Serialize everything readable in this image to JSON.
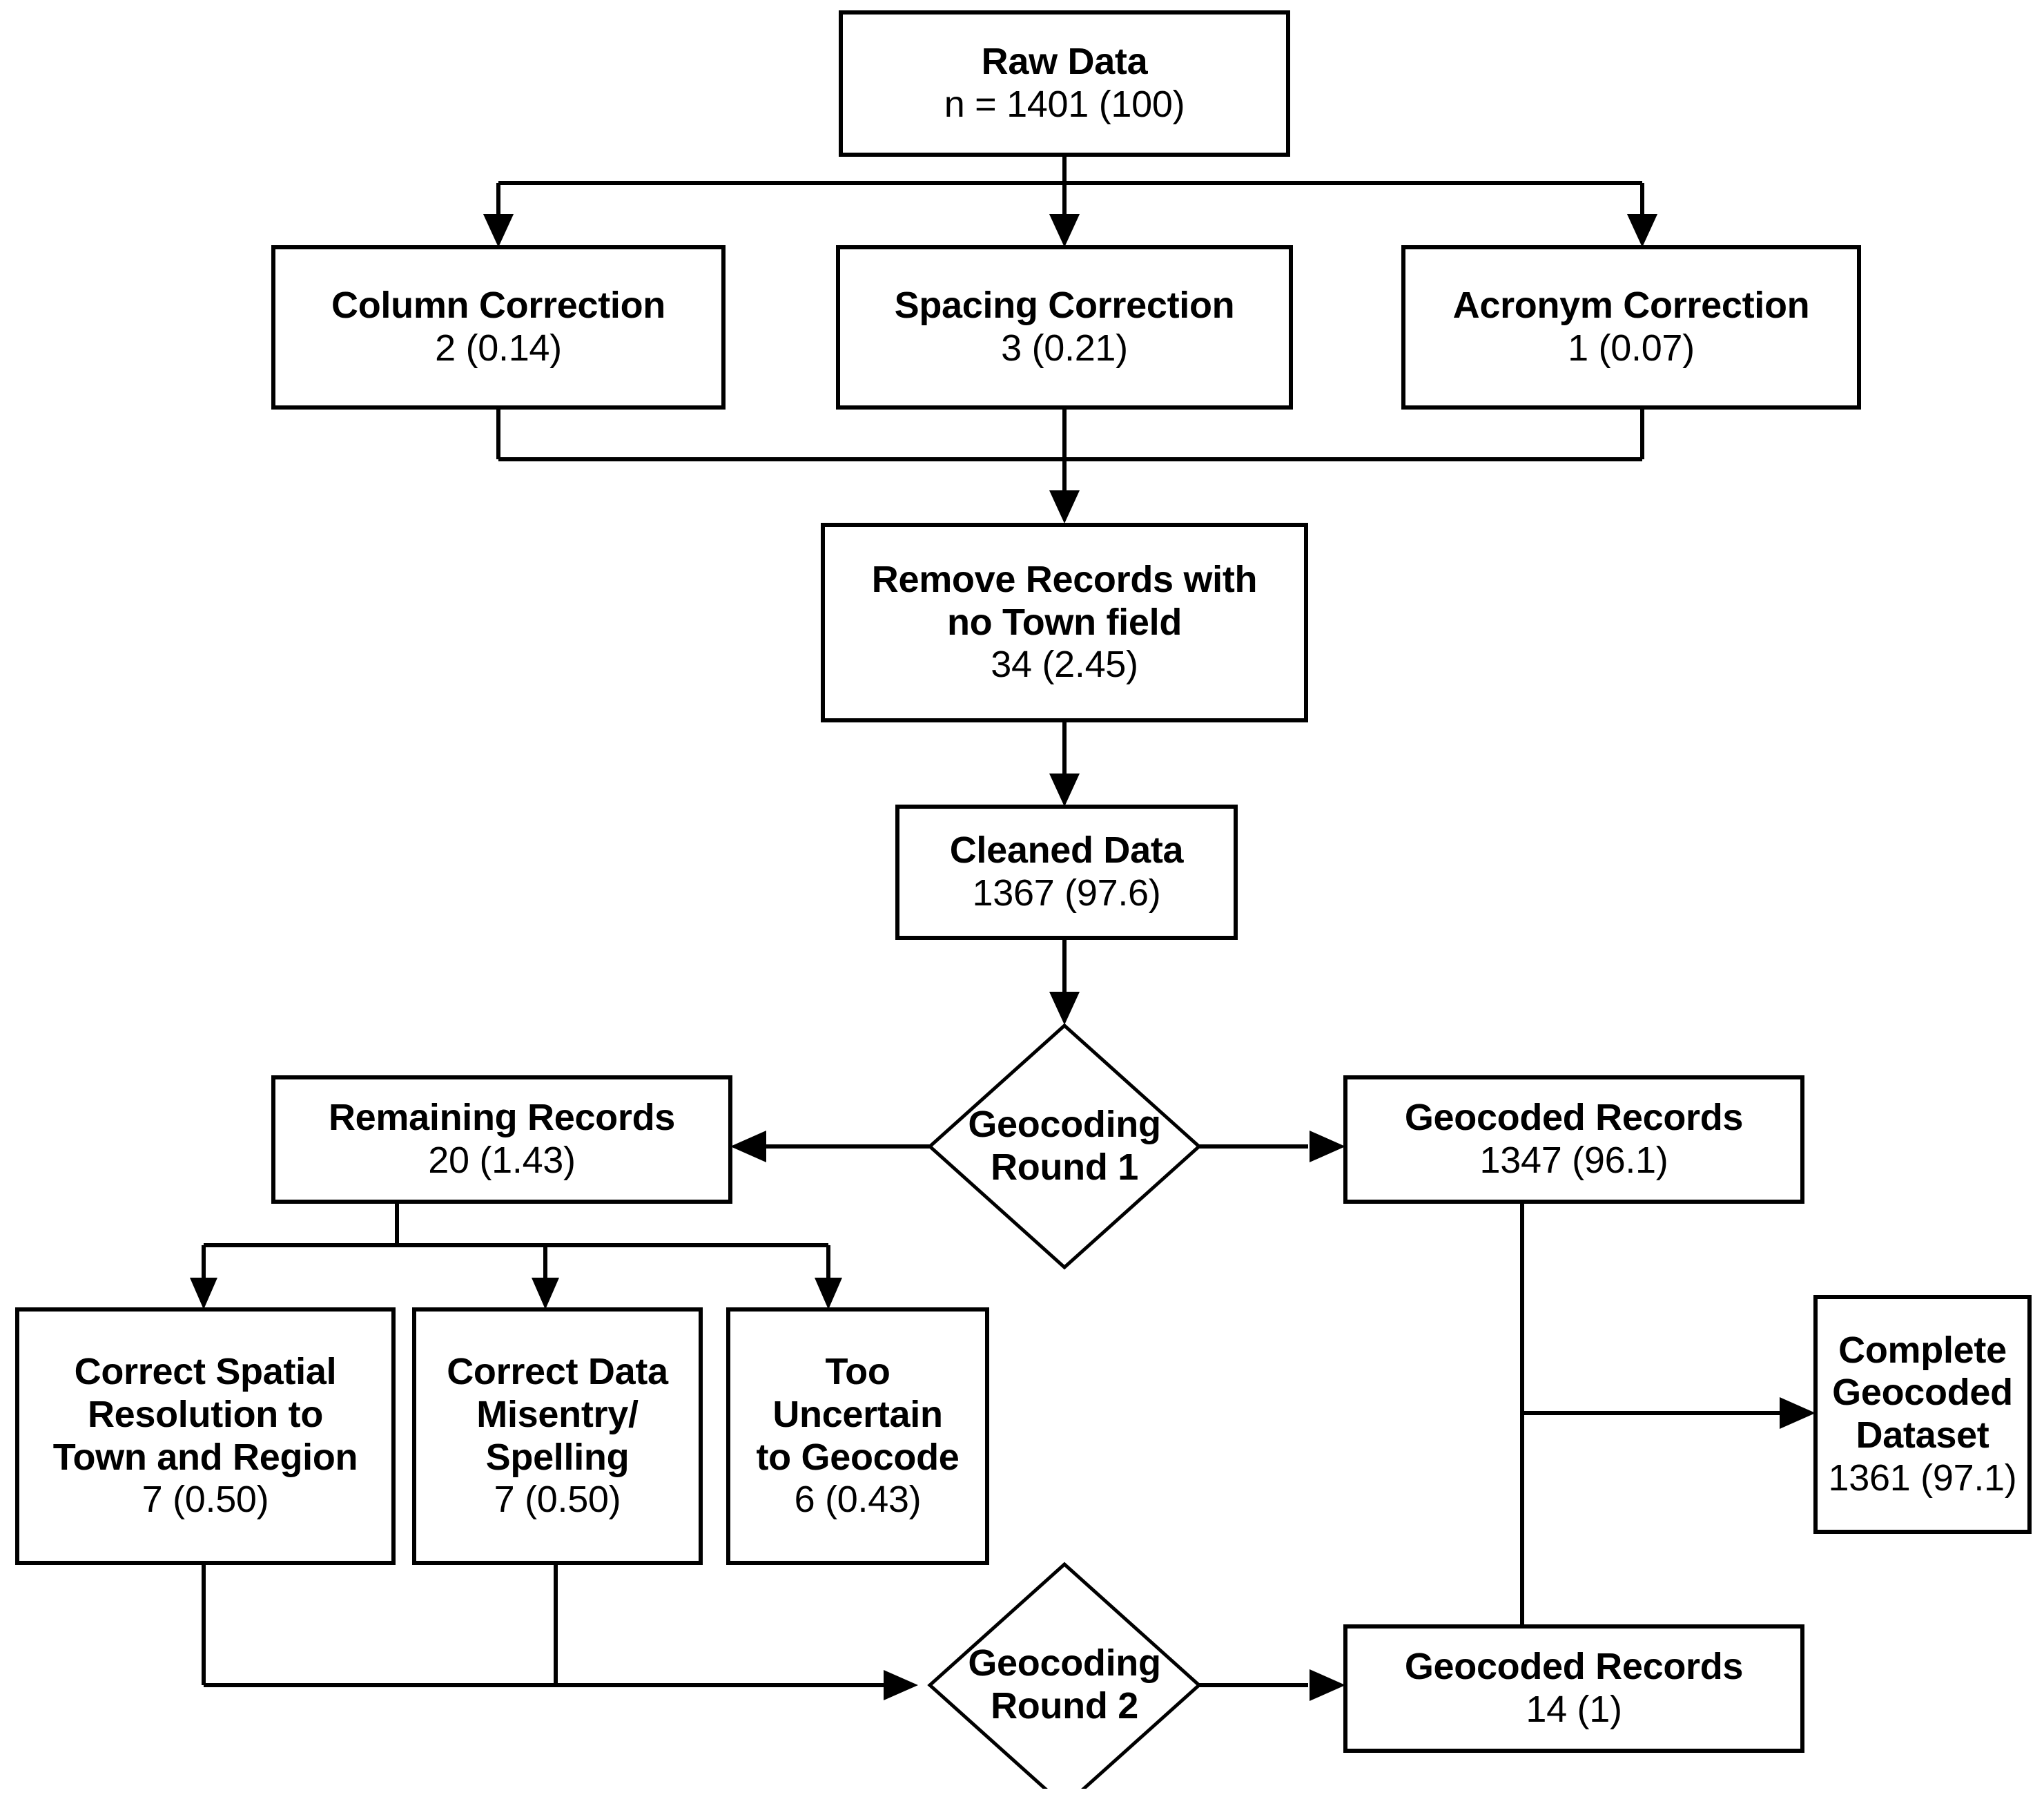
{
  "diagram": {
    "type": "flowchart",
    "title_visible": false,
    "colors": {
      "stroke": "#000000",
      "fill": "#ffffff",
      "text": "#000000"
    },
    "nodes": [
      {
        "id": "raw-data",
        "shape": "rectangle",
        "title": "Raw Data",
        "value": "n = 1401 (100)"
      },
      {
        "id": "column-correction",
        "shape": "rectangle",
        "title": "Column Correction",
        "value": "2 (0.14)"
      },
      {
        "id": "spacing-correction",
        "shape": "rectangle",
        "title": "Spacing Correction",
        "value": "3 (0.21)"
      },
      {
        "id": "acronym-correction",
        "shape": "rectangle",
        "title": "Acronym Correction",
        "value": "1 (0.07)"
      },
      {
        "id": "remove-records",
        "shape": "rectangle",
        "title": "Remove Records with\nno Town field",
        "value": "34 (2.45)"
      },
      {
        "id": "cleaned-data",
        "shape": "rectangle",
        "title": "Cleaned Data",
        "value": "1367 (97.6)"
      },
      {
        "id": "geocoding-round-1",
        "shape": "diamond",
        "title": "Geocoding\nRound 1",
        "value": ""
      },
      {
        "id": "remaining-records",
        "shape": "rectangle",
        "title": "Remaining Records",
        "value": "20 (1.43)"
      },
      {
        "id": "geocoded-records-1",
        "shape": "rectangle",
        "title": "Geocoded Records",
        "value": "1347 (96.1)"
      },
      {
        "id": "correct-spatial-resolution",
        "shape": "rectangle",
        "title": "Correct Spatial\nResolution to\nTown and Region",
        "value": "7 (0.50)"
      },
      {
        "id": "correct-data-misentry",
        "shape": "rectangle",
        "title": "Correct Data\nMisentry/\nSpelling",
        "value": "7 (0.50)"
      },
      {
        "id": "too-uncertain",
        "shape": "rectangle",
        "title": "Too\nUncertain\nto Geocode",
        "value": "6 (0.43)"
      },
      {
        "id": "complete-geocoded-dataset",
        "shape": "rectangle",
        "title": "Complete\nGeocoded\nDataset",
        "value": "1361 (97.1)"
      },
      {
        "id": "geocoding-round-2",
        "shape": "diamond",
        "title": "Geocoding\nRound 2",
        "value": ""
      },
      {
        "id": "geocoded-records-2",
        "shape": "rectangle",
        "title": "Geocoded Records",
        "value": "14 (1)"
      }
    ],
    "edges": [
      {
        "from": "raw-data",
        "to": "column-correction"
      },
      {
        "from": "raw-data",
        "to": "spacing-correction"
      },
      {
        "from": "raw-data",
        "to": "acronym-correction"
      },
      {
        "from": "column-correction",
        "to": "remove-records"
      },
      {
        "from": "spacing-correction",
        "to": "remove-records"
      },
      {
        "from": "acronym-correction",
        "to": "remove-records"
      },
      {
        "from": "remove-records",
        "to": "cleaned-data"
      },
      {
        "from": "cleaned-data",
        "to": "geocoding-round-1"
      },
      {
        "from": "geocoding-round-1",
        "to": "remaining-records"
      },
      {
        "from": "geocoding-round-1",
        "to": "geocoded-records-1"
      },
      {
        "from": "remaining-records",
        "to": "correct-spatial-resolution"
      },
      {
        "from": "remaining-records",
        "to": "correct-data-misentry"
      },
      {
        "from": "remaining-records",
        "to": "too-uncertain"
      },
      {
        "from": "correct-spatial-resolution",
        "to": "geocoding-round-2"
      },
      {
        "from": "correct-data-misentry",
        "to": "geocoding-round-2"
      },
      {
        "from": "geocoding-round-2",
        "to": "geocoded-records-2"
      },
      {
        "from": "geocoded-records-1",
        "to": "complete-geocoded-dataset"
      },
      {
        "from": "geocoded-records-2",
        "to": "complete-geocoded-dataset"
      }
    ]
  }
}
